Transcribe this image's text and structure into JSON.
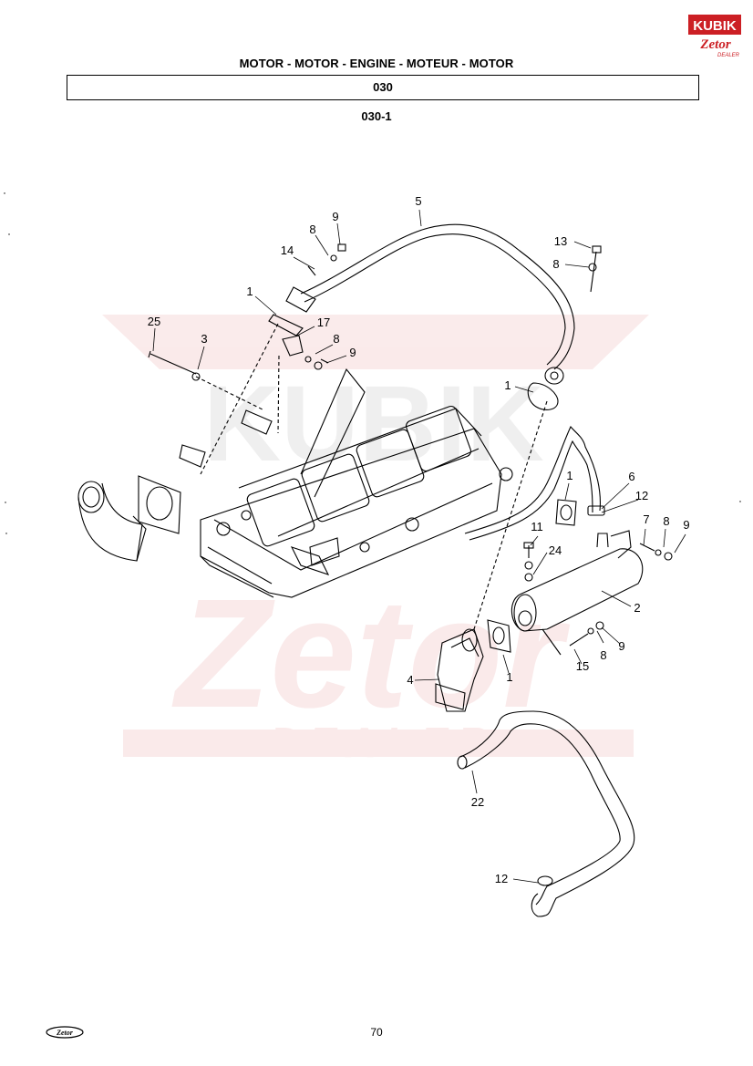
{
  "header": {
    "title": "MOTOR - MOTOR - ENGINE - MOTEUR - MOTOR",
    "group_code": "030",
    "figure_code": "030-1"
  },
  "brand": {
    "top_logo_line1": "KUBIK",
    "top_logo_line2": "Zetor",
    "top_logo_line3": "DEALER",
    "footer_logo": "Zetor",
    "accent": "#cc1f24"
  },
  "watermark": {
    "line1": "KUBIK",
    "line2": "Zetor",
    "line3": "DEALER"
  },
  "callouts": {
    "c5": "5",
    "c9a": "9",
    "c8a": "8",
    "c14": "14",
    "c13": "13",
    "c8b": "8",
    "c1a": "1",
    "c17": "17",
    "c25": "25",
    "c3": "3",
    "c8c": "8",
    "c9b": "9",
    "c1b": "1",
    "c1c": "1",
    "c6": "6",
    "c12a": "12",
    "c11": "11",
    "c7": "7",
    "c8d": "8",
    "c9c": "9",
    "c24": "24",
    "c2": "2",
    "c8e": "8",
    "c9d": "9",
    "c15": "15",
    "c4": "4",
    "c1d": "1",
    "c22": "22",
    "c12b": "12"
  },
  "footer": {
    "page_number": "70"
  }
}
